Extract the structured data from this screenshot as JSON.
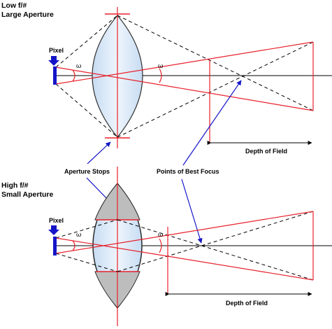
{
  "top": {
    "title_line1": "Low f/#",
    "title_line2": "Large Aperture",
    "pixel_label": "Pixel",
    "omega_left": "ω",
    "omega_right": "ω",
    "dof_label": "Depth of Field"
  },
  "middle": {
    "aperture_stops_label": "Aperture Stops",
    "best_focus_label": "Points of Best Focus"
  },
  "bottom": {
    "title_line1": "High f/#",
    "title_line2": "Small Aperture",
    "pixel_label": "Pixel",
    "omega_left": "ω",
    "omega_right": "ω",
    "dof_label": "Depth of Field"
  },
  "colors": {
    "ray": "#e8202a",
    "dash": "#000000",
    "arrow": "#1515c8",
    "lens_fill": "#d3e4f5",
    "stop_fill": "#bdbdbd"
  }
}
